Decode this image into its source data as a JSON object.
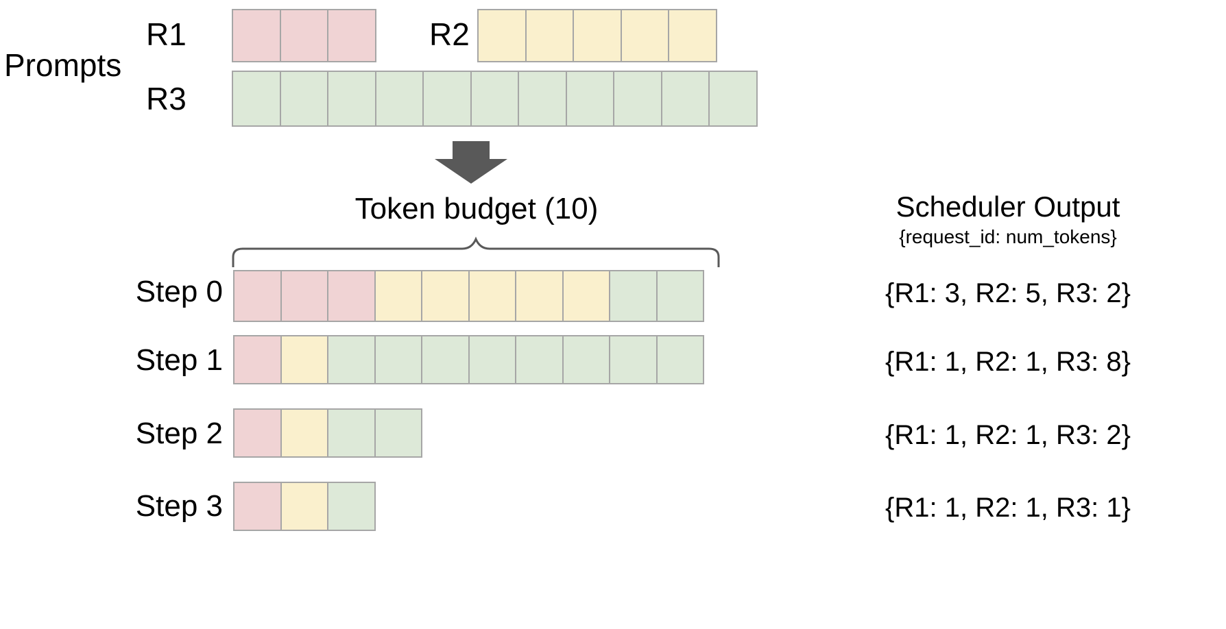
{
  "diagram": {
    "title_implicit": "Continuous batching token budget scheduling",
    "prompts_label": "Prompts",
    "token_budget_label": "Token budget (10)",
    "token_budget_value": 10,
    "arrow_icon": "down-arrow-icon",
    "brace_icon": "curly-brace-icon",
    "colors": {
      "r1": "#f0d3d4",
      "r2": "#faf0cd",
      "r3": "#dde9d8",
      "cell_border": "#a6a6a6",
      "arrow": "#595959",
      "brace": "#595959",
      "text": "#000000",
      "background": "#ffffff"
    }
  },
  "prompts": {
    "label": "Prompts",
    "requests": [
      {
        "id": "R1",
        "label": "R1",
        "tokens": 3,
        "color_key": "r1"
      },
      {
        "id": "R2",
        "label": "R2",
        "tokens": 5,
        "color_key": "r2"
      },
      {
        "id": "R3",
        "label": "R3",
        "tokens": 11,
        "color_key": "r3"
      }
    ]
  },
  "scheduler": {
    "title": "Scheduler Output",
    "subtitle": "{request_id: num_tokens}",
    "steps": [
      {
        "label": "Step 0",
        "output": "{R1: 3, R2: 5, R3: 2}",
        "segments": [
          {
            "request": "R1",
            "count": 3,
            "color_key": "r1"
          },
          {
            "request": "R2",
            "count": 5,
            "color_key": "r2"
          },
          {
            "request": "R3",
            "count": 2,
            "color_key": "r3"
          }
        ],
        "total": 10
      },
      {
        "label": "Step 1",
        "output": "{R1: 1, R2: 1, R3: 8}",
        "segments": [
          {
            "request": "R1",
            "count": 1,
            "color_key": "r1"
          },
          {
            "request": "R2",
            "count": 1,
            "color_key": "r2"
          },
          {
            "request": "R3",
            "count": 8,
            "color_key": "r3"
          }
        ],
        "total": 10
      },
      {
        "label": "Step 2",
        "output": "{R1: 1, R2: 1, R3: 2}",
        "segments": [
          {
            "request": "R1",
            "count": 1,
            "color_key": "r1"
          },
          {
            "request": "R2",
            "count": 1,
            "color_key": "r2"
          },
          {
            "request": "R3",
            "count": 2,
            "color_key": "r3"
          }
        ],
        "total": 4
      },
      {
        "label": "Step 3",
        "output": "{R1: 1, R2: 1, R3: 1}",
        "segments": [
          {
            "request": "R1",
            "count": 1,
            "color_key": "r1"
          },
          {
            "request": "R2",
            "count": 1,
            "color_key": "r2"
          },
          {
            "request": "R3",
            "count": 1,
            "color_key": "r3"
          }
        ],
        "total": 3
      }
    ]
  }
}
